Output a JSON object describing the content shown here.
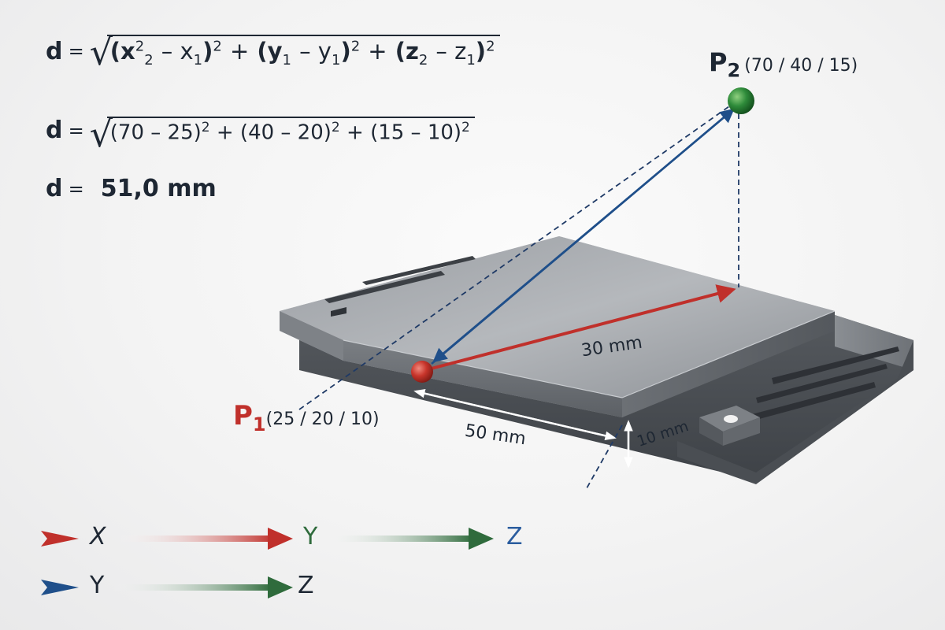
{
  "formulas": {
    "general": {
      "lhs": "d",
      "eq": "=",
      "term1": "(x",
      "term1_sup": "2",
      "term1_sub": "2",
      "term1_minus": "– x",
      "term1_sub2": "1",
      "term1_close": ")",
      "term1_pow": "2",
      "plus1": "+",
      "term2": "(y",
      "term2_sub": "1",
      "term2_minus": "– y",
      "term2_sub2": "1",
      "term2_close": ")",
      "term2_pow": "2",
      "plus2": "+",
      "term3": "(z",
      "term3_sub": "2",
      "term3_minus": "– z",
      "term3_sub2": "1",
      "term3_close": ")",
      "term3_pow": "2"
    },
    "substituted": {
      "lhs": "d",
      "eq": "=",
      "t1": "(70 – 25)",
      "p1": "2",
      "plus1": "+",
      "t2": "(40 – 20)",
      "p2": "2",
      "plus2": "+",
      "t3": "(15 – 10)",
      "p3": "2"
    },
    "result": {
      "lhs": "d",
      "eq": "=",
      "value": "51,0 mm"
    }
  },
  "points": {
    "p1": {
      "name": "P",
      "sub": "1",
      "coords": "(25 / 20 / 10)",
      "color": "#c0302b"
    },
    "p2": {
      "name": "P",
      "sub": "2",
      "coords": "(70 / 40 / 15)",
      "color": "#2e7d32"
    }
  },
  "dimensions": {
    "depth": "30 mm",
    "width": "50 mm",
    "height": "10 mm"
  },
  "legend": {
    "row1": [
      {
        "label": "X",
        "color": "#c0302b"
      },
      {
        "label": "Y",
        "color": "#2f6b3c"
      },
      {
        "label": "Z",
        "color": "#2a5c9e"
      }
    ],
    "row2": [
      {
        "label": "Y",
        "color": "#1f4f8a"
      },
      {
        "label": "Z",
        "color": "#2f6b3c"
      }
    ]
  },
  "colors": {
    "red": "#c0302b",
    "blue": "#1f4f8a",
    "green": "#2f6b3c",
    "steel": "#8f9398",
    "text": "#1e2733"
  }
}
